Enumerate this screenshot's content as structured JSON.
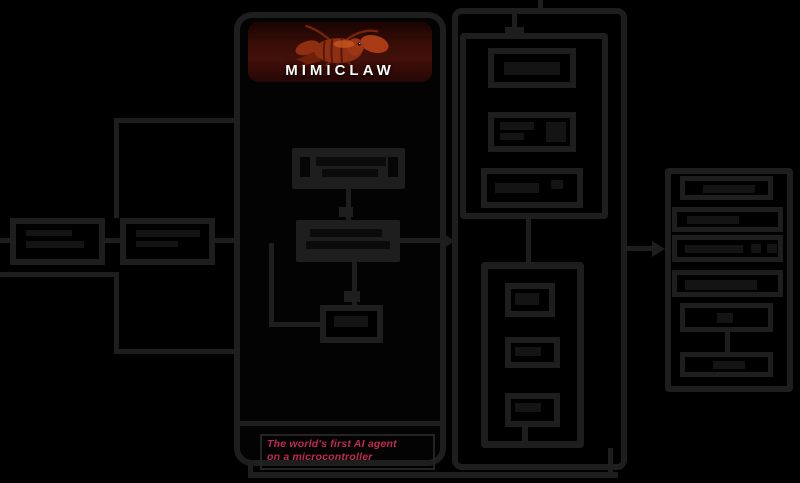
{
  "header": {
    "logo_text": "MIMICLAW",
    "mascot": "lobster-pixel-art"
  },
  "tagline": {
    "line1": "The world's first AI agent",
    "line2": "on a microcontroller"
  },
  "colors": {
    "background": "#000000",
    "diagram_line": "#1e1e1e",
    "text_blob": "#141414",
    "header_maroon": "#3a0e07",
    "lobster_orange": "#a83a16",
    "accent_red": "#c12a50",
    "logo_text_color": "#fdfbfa"
  }
}
